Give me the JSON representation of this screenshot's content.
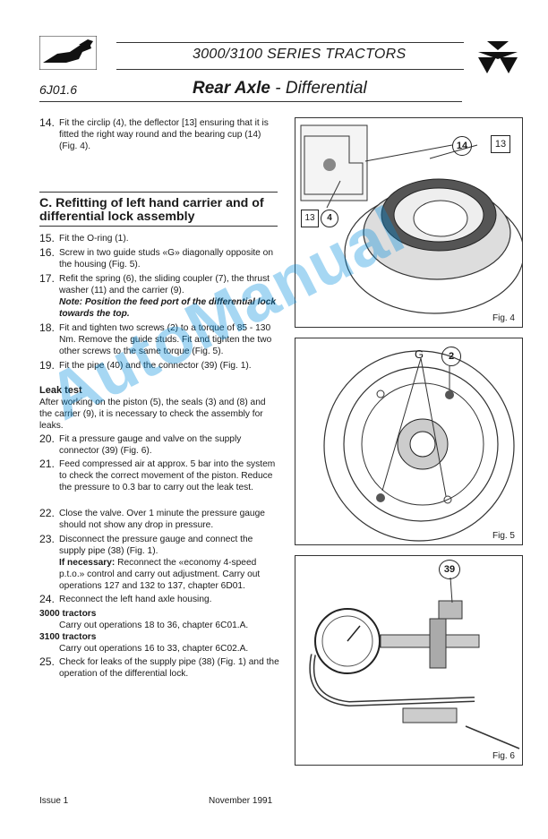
{
  "header": {
    "series_title": "3000/3100 SERIES TRACTORS",
    "section_code": "6J01.6",
    "section_bold": "Rear Axle",
    "section_rest": " - Differential"
  },
  "step14": {
    "num": "14.",
    "text": "Fit the circlip (4), the deflector [13] ensuring that it is fitted the right way round and the bearing cup (14) (Fig. 4)."
  },
  "section_c": {
    "title": "C. Refitting of left hand carrier and of differential lock assembly",
    "steps": [
      {
        "num": "15.",
        "text": "Fit the O-ring (1)."
      },
      {
        "num": "16.",
        "text": "Screw in two guide studs «G» diagonally opposite on the housing (Fig. 5)."
      },
      {
        "num": "17.",
        "text": "Refit the spring (6), the sliding coupler (7), the thrust washer (11) and the carrier (9).",
        "note": "Note: Position the feed port of the differential lock towards the top."
      },
      {
        "num": "18.",
        "text": "Fit and tighten two screws (2) to a torque of 85 - 130 Nm. Remove the guide studs. Fit and tighten the two other screws to the same torque (Fig. 5)."
      },
      {
        "num": "19.",
        "text": "Fit the pipe (40) and the connector (39) (Fig. 1)."
      }
    ]
  },
  "leak_test": {
    "heading": "Leak test",
    "intro": "After working on the piston (5), the seals (3) and (8) and the carrier (9), it is necessary to check the assembly for leaks.",
    "steps": [
      {
        "num": "20.",
        "text": "Fit a pressure gauge and valve on the supply connector (39) (Fig. 6)."
      },
      {
        "num": "21.",
        "text": "Feed compressed air at approx. 5 bar into the system to check the correct movement of the piston. Reduce the pressure to 0.3 bar to carry out the leak test."
      },
      {
        "num": "22.",
        "text": "Close the valve. Over 1 minute the pressure gauge should not show any drop in pressure."
      },
      {
        "num": "23.",
        "text": "Disconnect the pressure gauge and connect the supply pipe (38) (Fig. 1).",
        "extra_bold": "If necessary:",
        "extra": " Reconnect the «economy 4-speed p.t.o.» control and carry out adjustment. Carry out operations 127 and 132 to 137, chapter 6D01."
      },
      {
        "num": "24.",
        "text": "Reconnect the left hand axle housing."
      }
    ],
    "t3000_heading": "3000 tractors",
    "t3000_text": "Carry out operations 18 to 36, chapter 6C01.A.",
    "t3100_heading": "3100 tractors",
    "t3100_text": "Carry out operations 16 to 33, chapter 6C02.A.",
    "step25": {
      "num": "25.",
      "text": "Check for leaks of the supply pipe (38) (Fig. 1) and the operation of the differential lock."
    }
  },
  "figures": {
    "fig4": {
      "label": "Fig. 4",
      "callouts": [
        "14",
        "13",
        "13",
        "4"
      ]
    },
    "fig5": {
      "label": "Fig. 5",
      "callouts": [
        "G",
        "2"
      ]
    },
    "fig6": {
      "label": "Fig. 6",
      "callouts": [
        "39"
      ]
    }
  },
  "watermark": "AutoManual",
  "footer": {
    "issue": "Issue 1",
    "date": "November 1991"
  }
}
